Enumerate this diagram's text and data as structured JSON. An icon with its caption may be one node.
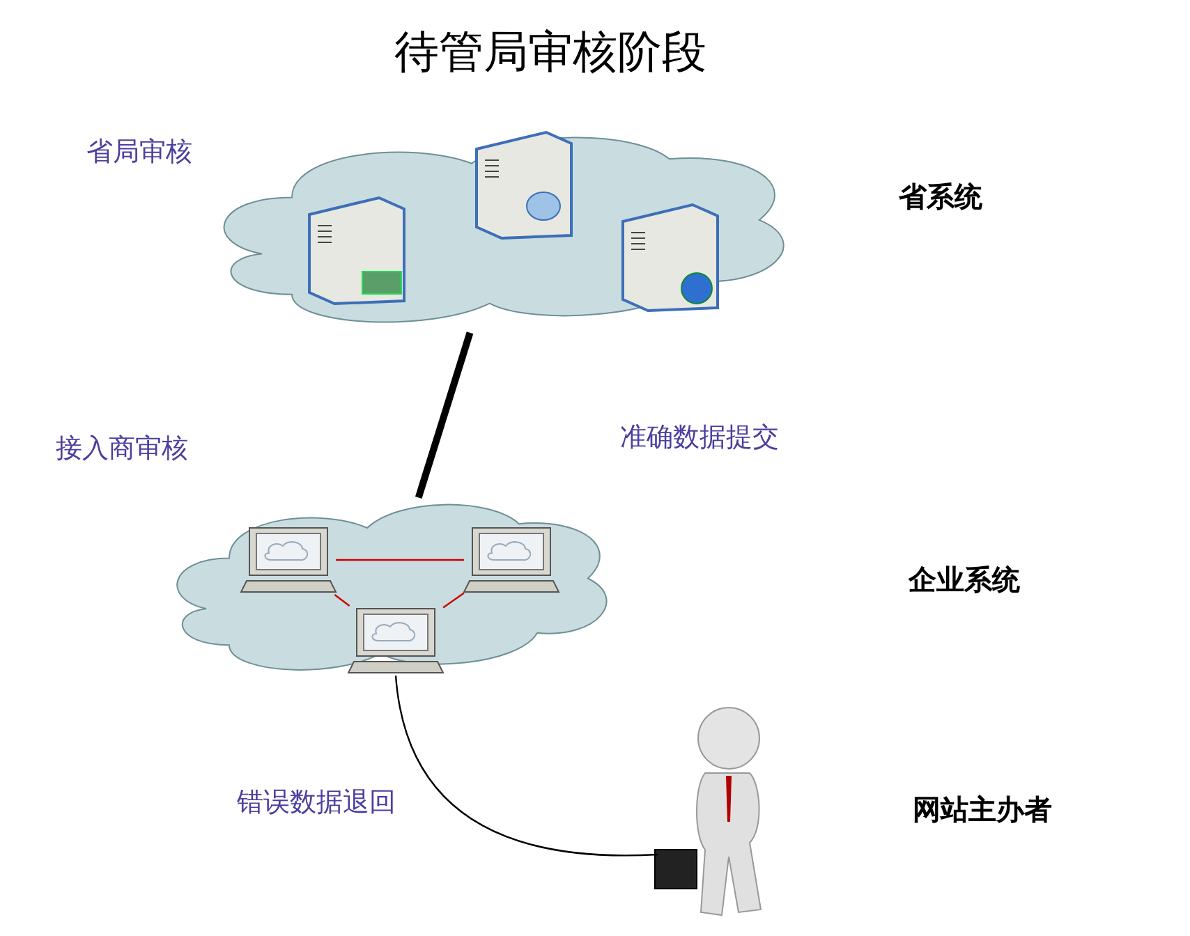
{
  "diagram": {
    "title": "待管局审核阶段",
    "nodes": [
      {
        "text": [],
        "shape": "cloud"
      },
      {
        "text": [],
        "shape": "cloud"
      },
      {
        "text": [],
        "shape": "picture",
        "in": 1
      },
      {
        "text": [],
        "shape": "picture",
        "in": 1
      },
      {
        "text": [],
        "shape": "picture",
        "in": 1
      },
      {
        "text": [],
        "shape": "person"
      }
    ],
    "edges": [
      {
        "from": 0,
        "to": 1,
        "arrow": "none",
        "style": "thick",
        "color": "#000000"
      },
      {
        "from": 2,
        "to": 3,
        "arrow": "none",
        "color": "#cc0000"
      },
      {
        "from": 2,
        "to": 4,
        "arrow": "none",
        "color": "#cc0000"
      },
      {
        "from": 3,
        "to": 4,
        "arrow": "none",
        "color": "#cc0000"
      },
      {
        "from": 4,
        "to": 5,
        "arrow": "none",
        "color": "#000000"
      }
    ],
    "labels": [
      "省局审核",
      "省系统",
      "接入商审核",
      "准确数据提交",
      "企业系统",
      "错误数据退回",
      "网站主办者"
    ]
  }
}
